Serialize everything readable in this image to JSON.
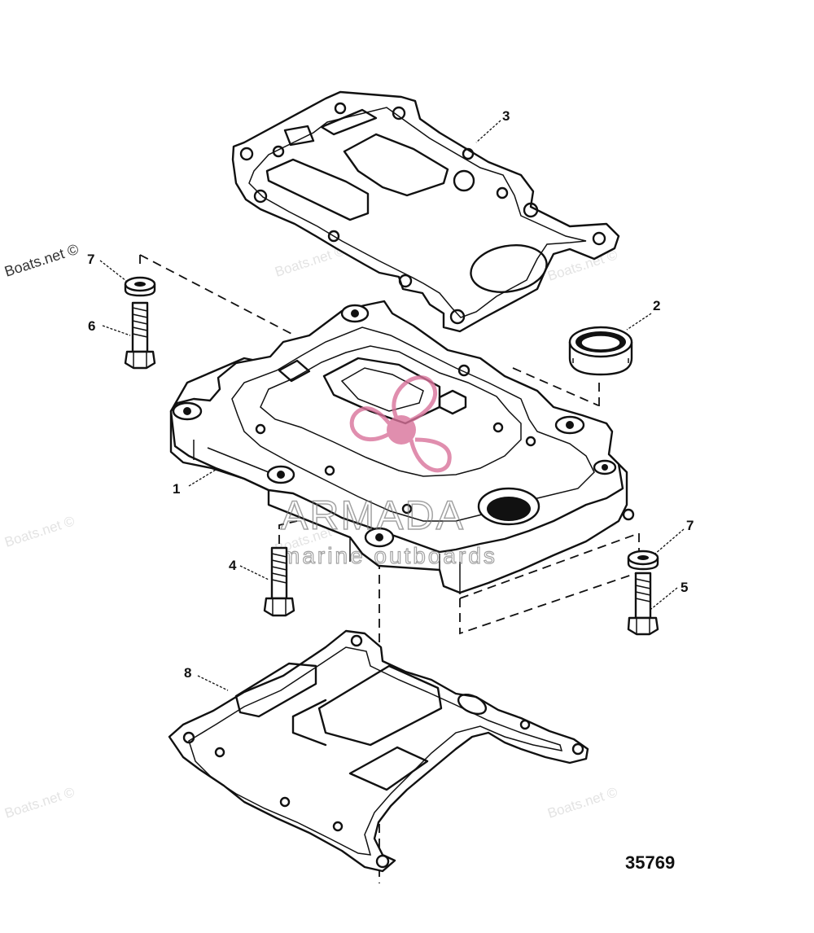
{
  "figure": {
    "number": "35769"
  },
  "callouts": [
    {
      "id": "1",
      "label": "1"
    },
    {
      "id": "2",
      "label": "2"
    },
    {
      "id": "3",
      "label": "3"
    },
    {
      "id": "4",
      "label": "4"
    },
    {
      "id": "5",
      "label": "5"
    },
    {
      "id": "6",
      "label": "6"
    },
    {
      "id": "7a",
      "label": "7"
    },
    {
      "id": "7b",
      "label": "7"
    },
    {
      "id": "8",
      "label": "8"
    }
  ],
  "watermark": {
    "text": "Boats.net ©"
  },
  "brand": {
    "name": "ARMADA",
    "tagline": "marine outboards",
    "color_primary": "#d9739b",
    "color_text": "#777777"
  }
}
